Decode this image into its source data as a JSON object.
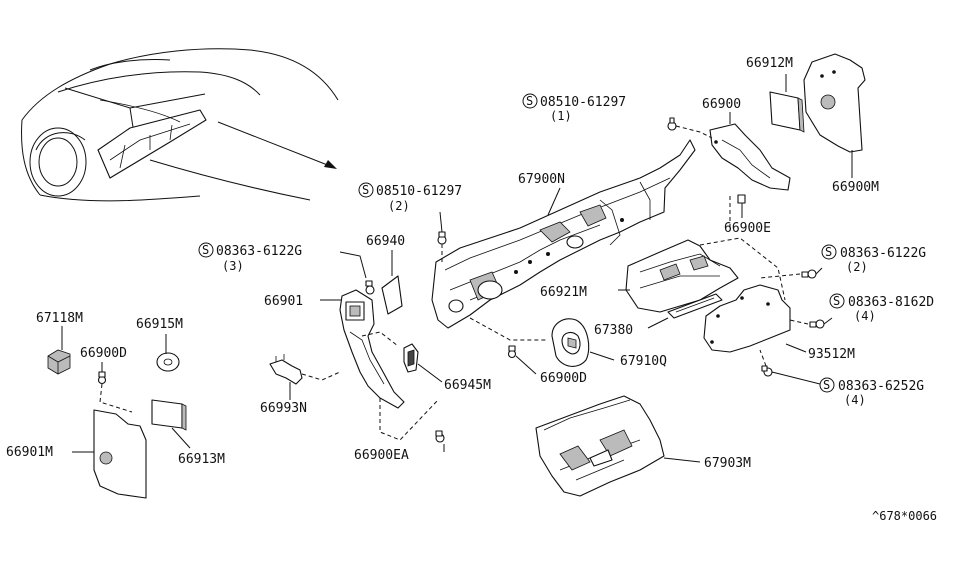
{
  "reference_code": "^678*0066",
  "parts": {
    "p66912M": "66912M",
    "p66900_top": "66900",
    "p66900M": "66900M",
    "p66900E": "66900E",
    "p67900N": "67900N",
    "p66940": "66940",
    "p66901": "66901",
    "p66921M": "66921M",
    "p67380": "67380",
    "p67910Q": "67910Q",
    "p93512M": "93512M",
    "p66945M": "66945M",
    "p66900D_right": "66900D",
    "p66993N": "66993N",
    "p66900EA": "66900EA",
    "p67903M": "67903M",
    "p67118M": "67118M",
    "p66915M": "66915M",
    "p66900D_left": "66900D",
    "p66901M": "66901M",
    "p66913M": "66913M"
  },
  "screws": {
    "s1": {
      "symbol": "S",
      "code": "08510-61297",
      "qty": "(1)"
    },
    "s2": {
      "symbol": "S",
      "code": "08510-61297",
      "qty": "(2)"
    },
    "s3": {
      "symbol": "S",
      "code": "08363-6122G",
      "qty": "(3)"
    },
    "s4": {
      "symbol": "S",
      "code": "08363-6122G",
      "qty": "(2)"
    },
    "s5": {
      "symbol": "S",
      "code": "08363-8162D",
      "qty": "(4)"
    },
    "s6": {
      "symbol": "S",
      "code": "08363-6252G",
      "qty": "(4)"
    }
  }
}
